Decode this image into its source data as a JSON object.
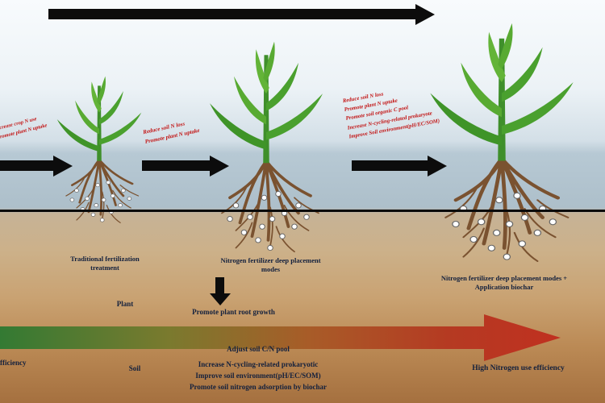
{
  "colors": {
    "annotation_red": "#c21212",
    "label_navy": "#13203d",
    "arrow_black": "#0c0c0c",
    "leaf_green": "#3f9428",
    "root_brown": "#7a5230",
    "sky_band_blue": "#b7c9d4",
    "soil_tan": "#c49a66",
    "gradient_arrow_start": "#337a33",
    "gradient_arrow_end": "#c03020"
  },
  "annotations": {
    "left_red": [
      "Increase crop N use",
      "Promote plant N uptake"
    ],
    "mid_red": [
      "Reduce soil N loss",
      "Promote plant N uptake"
    ],
    "right_red": [
      "Reduce soil N loss",
      "Promote plant N uptake",
      "Promote soil organic C pool",
      "Increase N-cycling-related prokaryote",
      "Improve Soil environment(pH/EC/SOM)"
    ]
  },
  "treatments": [
    {
      "label": "Traditional fertilization treatment"
    },
    {
      "label": "Nitrogen fertilizer deep placement modes"
    },
    {
      "label": "Nitrogen fertilizer deep placement modes + Application biochar"
    }
  ],
  "row_labels": {
    "plant": "Plant",
    "soil": "Soil"
  },
  "middle_note": "Promote plant root growth",
  "bottom": {
    "lines": [
      "Adjust soil C/N pool",
      "Increase N-cycling-related prokaryotic",
      "Improve soil environment(pH/EC/SOM)",
      "Promote soil nitrogen adsorption by biochar"
    ],
    "left_cut_text": "fficiency",
    "right_text": "High Nitrogen use efficiency"
  }
}
